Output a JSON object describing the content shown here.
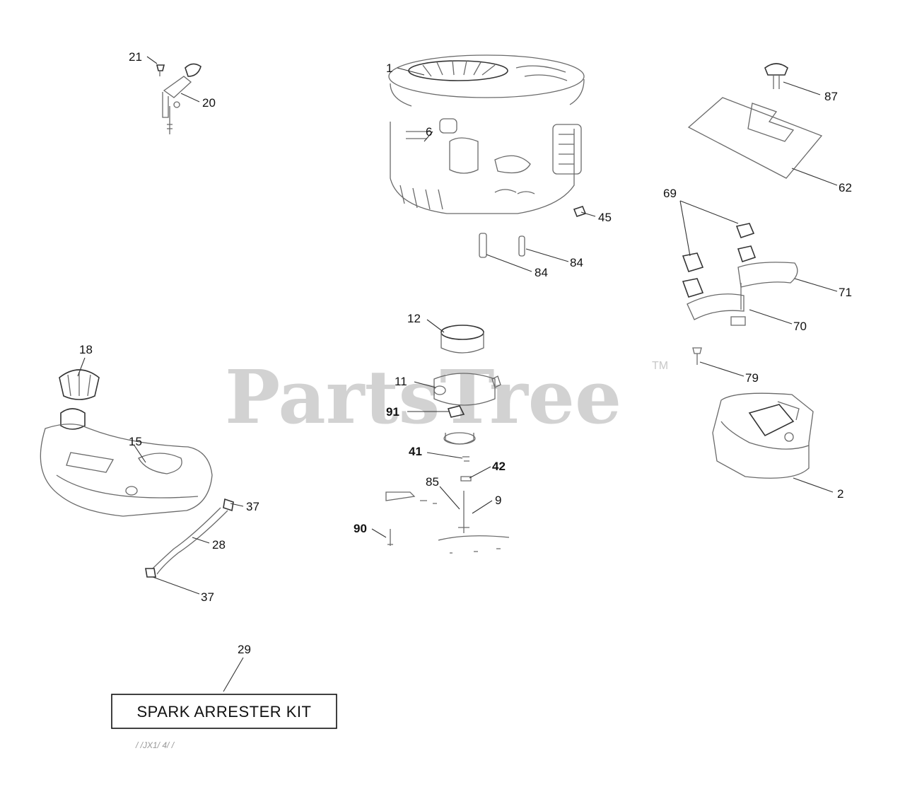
{
  "watermark": {
    "text": "PartsTree",
    "trademark": "TM"
  },
  "callouts": [
    "21",
    "20",
    "1",
    "6",
    "45",
    "84",
    "84",
    "87",
    "62",
    "69",
    "71",
    "70",
    "12",
    "11",
    "91",
    "41",
    "42",
    "85",
    "9",
    "90",
    "79",
    "2",
    "18",
    "15",
    "37",
    "28",
    "37",
    "29"
  ],
  "kit_box": {
    "label": "SPARK ARRESTER KIT"
  },
  "footer_code": "/ /JX1/ 4/ /"
}
